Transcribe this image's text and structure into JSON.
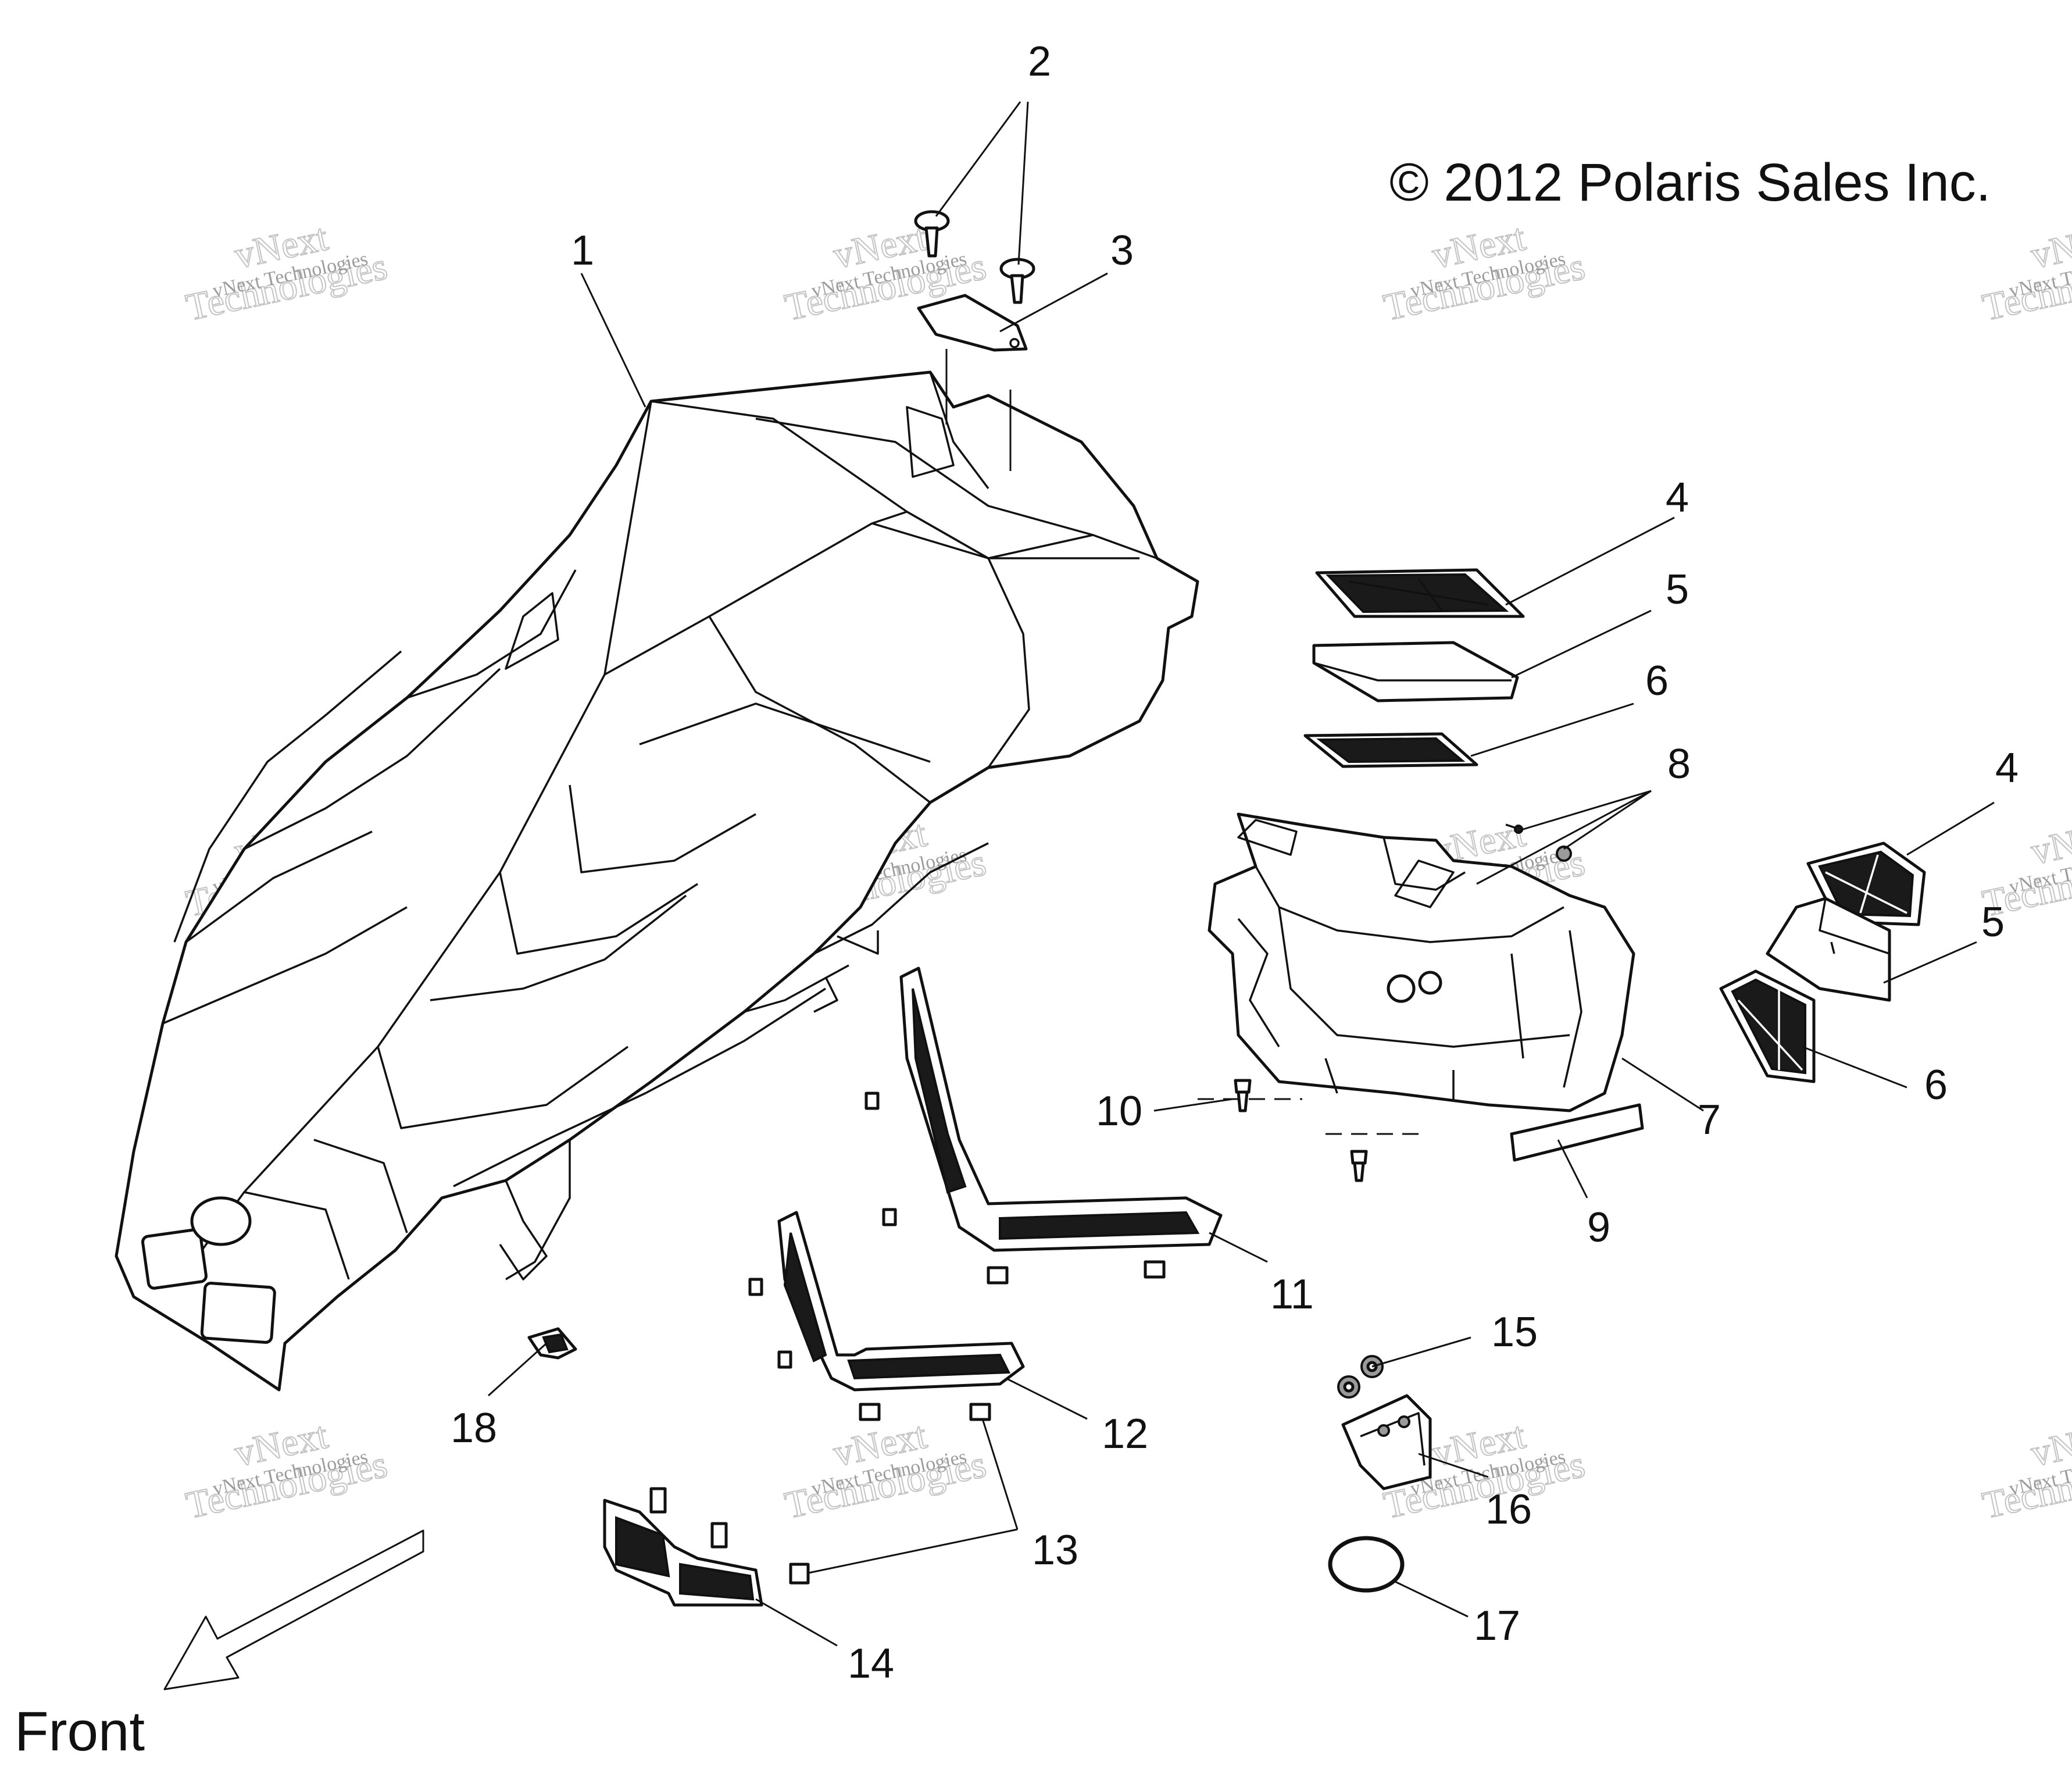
{
  "copyright": "© 2012 Polaris Sales Inc.",
  "front_label": "Front",
  "watermark": {
    "line1": "vNext Technologies",
    "line2": "Technologies",
    "line3": "vNext"
  },
  "callouts": {
    "c1": "1",
    "c2": "2",
    "c3": "3",
    "c4a": "4",
    "c5a": "5",
    "c6a": "6",
    "c8": "8",
    "c4b": "4",
    "c5b": "5",
    "c6b": "6",
    "c7": "7",
    "c10": "10",
    "c9": "9",
    "c11": "11",
    "c15": "15",
    "c12": "12",
    "c18": "18",
    "c16": "16",
    "c13": "13",
    "c17": "17",
    "c14": "14"
  }
}
